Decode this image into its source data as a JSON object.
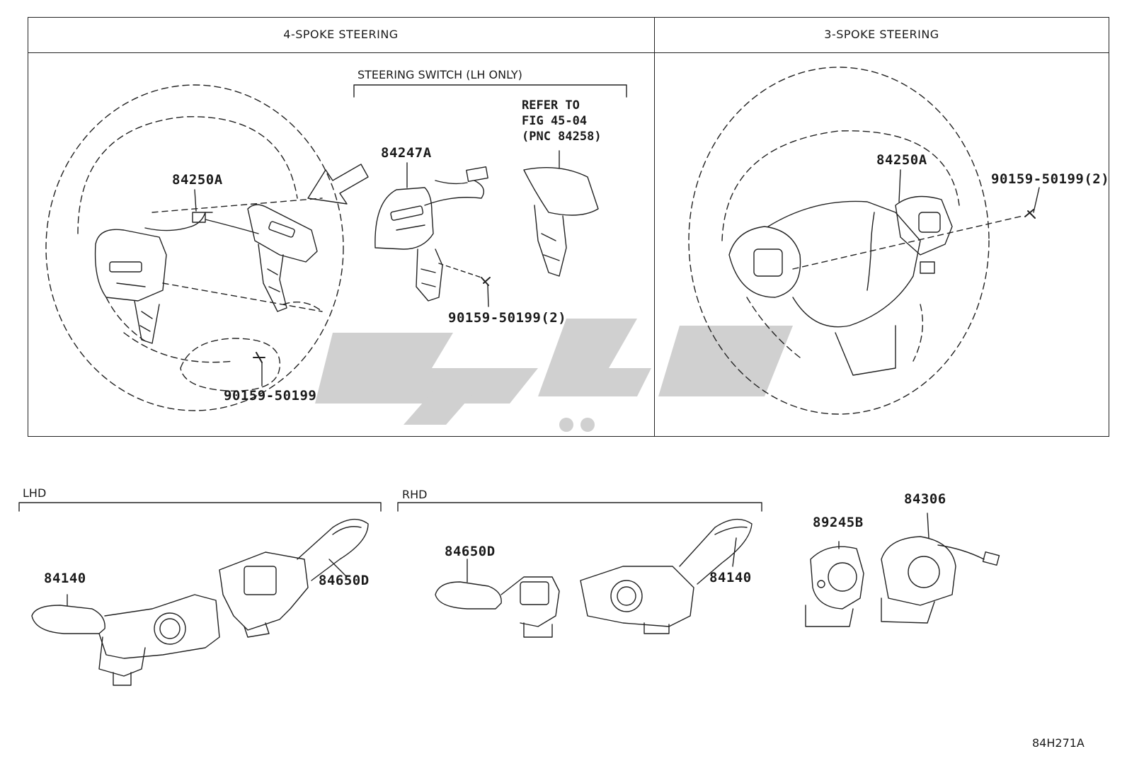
{
  "headers": {
    "four_spoke": "4-SPOKE STEERING",
    "three_spoke": "3-SPOKE STEERING"
  },
  "four_spoke": {
    "switch_group": "STEERING SWITCH (LH ONLY)",
    "refer": [
      "REFER TO",
      "FIG 45-04",
      "(PNC 84258)"
    ],
    "parts": {
      "switch_left": "84250A",
      "switch_lh": "84247A",
      "screw_pair": "90159-50199(2)",
      "screw_single": "90159-50199"
    }
  },
  "three_spoke": {
    "parts": {
      "switch": "84250A",
      "screw_pair": "90159-50199(2)"
    }
  },
  "lower": {
    "lhd_label": "LHD",
    "rhd_label": "RHD",
    "lhd_parts": {
      "combination_switch": "84140",
      "wiper_switch": "84650D"
    },
    "rhd_parts": {
      "wiper_switch": "84650D",
      "combination_switch": "84140"
    },
    "spiral": {
      "cable_a": "89245B",
      "cable_b": "84306"
    }
  },
  "figure_code": "84H271A"
}
